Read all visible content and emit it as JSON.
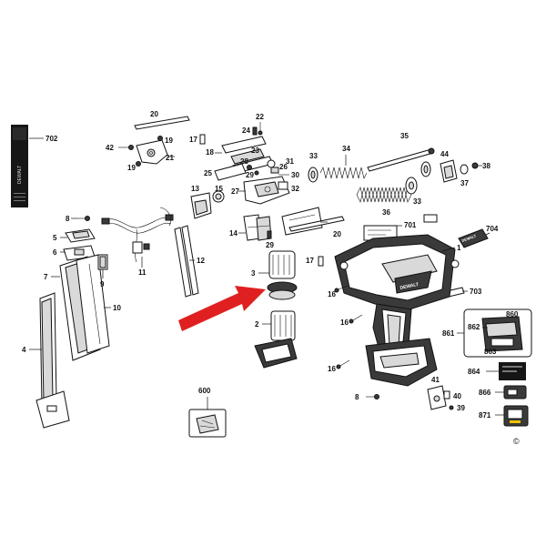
{
  "brand": {
    "handle_badge": "DEWALT",
    "tag_704": "DEWALT",
    "label_702": "DEWALT"
  },
  "callouts": {
    "c2": "2",
    "c3": "3",
    "c4": "4",
    "c5": "5",
    "c6": "6",
    "c7": "7",
    "c8a": "8",
    "c8b": "8",
    "c9": "9",
    "c10": "10",
    "c11": "11",
    "c12": "12",
    "c13": "13",
    "c14": "14",
    "c15": "15",
    "c16a": "16",
    "c16b": "16",
    "c16c": "16",
    "c17a": "17",
    "c17b": "17",
    "c18": "18",
    "c19a": "19",
    "c19b": "19",
    "c20a": "20",
    "c20b": "20",
    "c21": "21",
    "c22": "22",
    "c23": "23",
    "c24": "24",
    "c25": "25",
    "c26": "26",
    "c27": "27",
    "c28": "28",
    "c29": "29",
    "c30": "30",
    "c31": "31",
    "c32": "32",
    "c33a": "33",
    "c33b": "33",
    "c34": "34",
    "c35": "35",
    "c36": "36",
    "c37": "37",
    "c38": "38",
    "c39": "39",
    "c40": "40",
    "c41": "41",
    "c42": "42",
    "c44": "44",
    "c600": "600",
    "c701": "701",
    "c702": "702",
    "c703": "703",
    "c704": "704",
    "c1": "1",
    "c860": "860",
    "c861": "861",
    "c862": "862",
    "c863": "863",
    "c864": "864",
    "c866": "866",
    "c871": "871"
  },
  "copyright_mark": "©",
  "colors": {
    "arrow": "#e02020",
    "ink": "#111111",
    "paper": "#ffffff"
  }
}
